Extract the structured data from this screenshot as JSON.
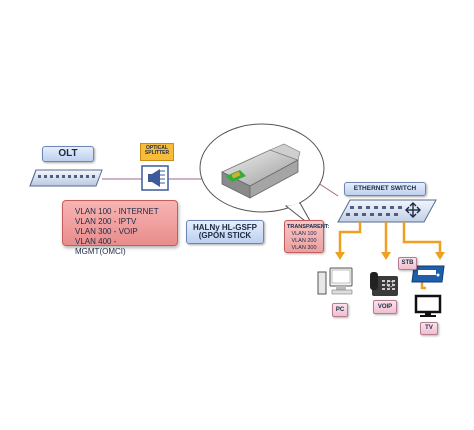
{
  "olt": {
    "label": "OLT"
  },
  "splitter": {
    "label_line1": "OPTICAL",
    "label_line2": "SPLITTER"
  },
  "vlans": [
    "VLAN 100 - INTERNET",
    "VLAN 200 - IPTV",
    "VLAN 300 - VOIP",
    "VLAN 400 - MGMT(OMCI)"
  ],
  "stick": {
    "label_line1": "HALNy HL-GSFP",
    "label_line2": "(GPON STICK"
  },
  "transparent": {
    "title": "TRANSPARENT:",
    "vlans": [
      "VLAN 100",
      "VLAN 200",
      "VLAN 300"
    ]
  },
  "switch": {
    "label": "ETHERNET SWITCH"
  },
  "devices": {
    "pc": "PC",
    "voip": "VOIP",
    "stb": "STB",
    "tv": "TV"
  },
  "colors": {
    "connector_orange": "#f0a020",
    "fiber_line": "#9c6a8c",
    "label_blue": "#c9d8f2",
    "vlan_red": "#f2a3a3",
    "device_pink": "#f2c9d6"
  }
}
